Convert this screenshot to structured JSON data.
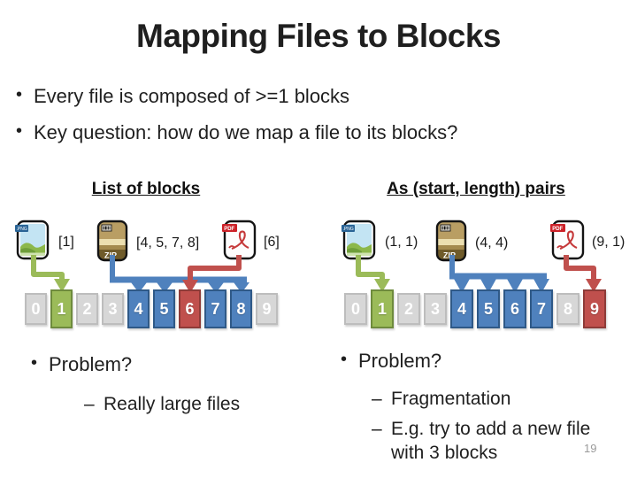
{
  "slide": {
    "title": "Mapping Files to Blocks",
    "bullet_marker": "•",
    "dash_marker": "–",
    "bullets": [
      "Every file is composed of >=1 blocks",
      "Key question: how do we map a file to its blocks?"
    ],
    "page_number": "19"
  },
  "left_panel": {
    "header": "List of blocks",
    "files": [
      {
        "type": "image",
        "tag": ".PNG",
        "label": "[1]"
      },
      {
        "type": "zip",
        "tag": "ZIP",
        "label": "[4, 5, 7, 8]"
      },
      {
        "type": "pdf",
        "tag": "PDF",
        "label": "[6]"
      }
    ],
    "blocks": [
      {
        "n": "0",
        "color": "gray"
      },
      {
        "n": "1",
        "color": "green"
      },
      {
        "n": "2",
        "color": "gray"
      },
      {
        "n": "3",
        "color": "gray"
      },
      {
        "n": "4",
        "color": "blue"
      },
      {
        "n": "5",
        "color": "blue"
      },
      {
        "n": "6",
        "color": "red"
      },
      {
        "n": "7",
        "color": "blue"
      },
      {
        "n": "8",
        "color": "blue"
      },
      {
        "n": "9",
        "color": "gray"
      }
    ],
    "problem": {
      "title": "Problem?",
      "items": [
        "Really large files"
      ]
    }
  },
  "right_panel": {
    "header": "As (start, length) pairs",
    "files": [
      {
        "type": "image",
        "tag": ".PNG",
        "label": "(1, 1)"
      },
      {
        "type": "zip",
        "tag": "ZIP",
        "label": "(4, 4)"
      },
      {
        "type": "pdf",
        "tag": "PDF",
        "label": "(9, 1)"
      }
    ],
    "blocks": [
      {
        "n": "0",
        "color": "gray"
      },
      {
        "n": "1",
        "color": "green"
      },
      {
        "n": "2",
        "color": "gray"
      },
      {
        "n": "3",
        "color": "gray"
      },
      {
        "n": "4",
        "color": "blue"
      },
      {
        "n": "5",
        "color": "blue"
      },
      {
        "n": "6",
        "color": "blue"
      },
      {
        "n": "7",
        "color": "blue"
      },
      {
        "n": "8",
        "color": "gray"
      },
      {
        "n": "9",
        "color": "red"
      }
    ],
    "problem": {
      "title": "Problem?",
      "items": [
        "Fragmentation",
        "E.g. try to add a new file with 3 blocks"
      ]
    }
  },
  "colors": {
    "green": "#9bbb59",
    "blue": "#4f81bd",
    "red": "#c0504d",
    "gray_cell": "#d7d7d7",
    "text": "#1f1f1f",
    "page_number_gray": "#9a9a9a"
  }
}
